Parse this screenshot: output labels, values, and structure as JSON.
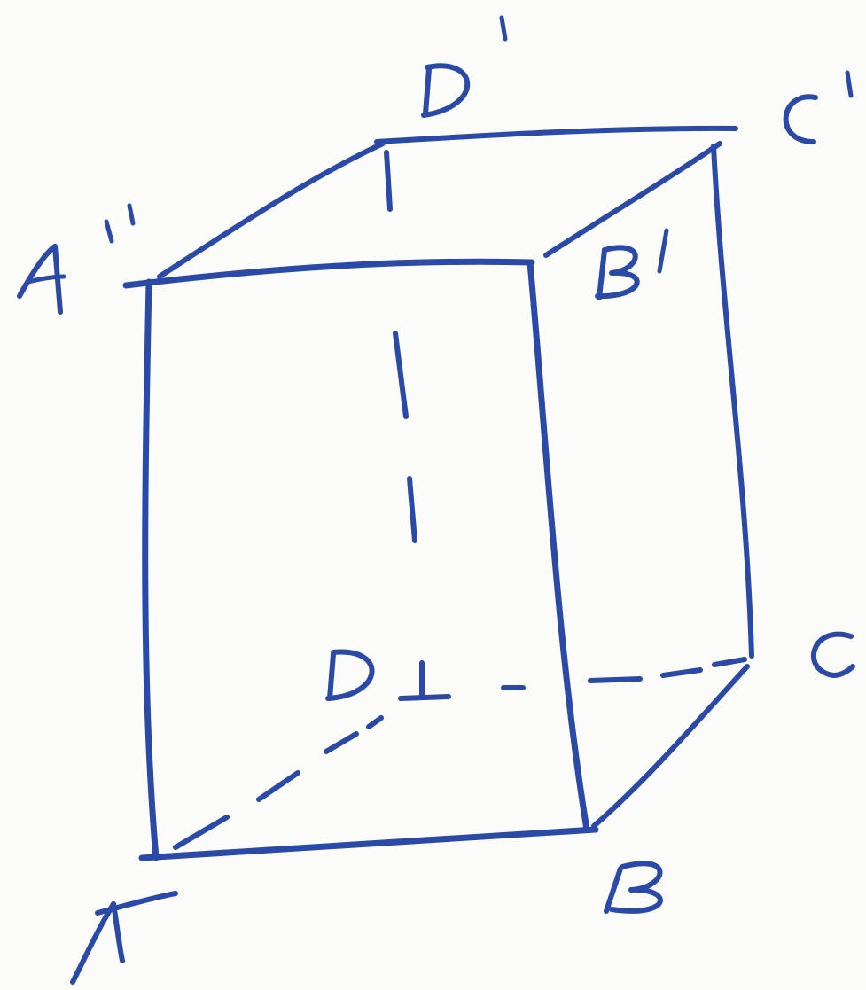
{
  "diagram": {
    "ink_color": "#2b4aa8",
    "paper_color": "#fbfbf9",
    "vertices": {
      "A": "A",
      "B": "B",
      "C": "C",
      "D": "D",
      "A_prime": "A'",
      "B_prime": "B'",
      "C_prime": "C'",
      "D_prime": "D'"
    },
    "perpendicular_mark": "⊥",
    "hidden_edges": [
      "AD",
      "DC",
      "DD'"
    ]
  }
}
